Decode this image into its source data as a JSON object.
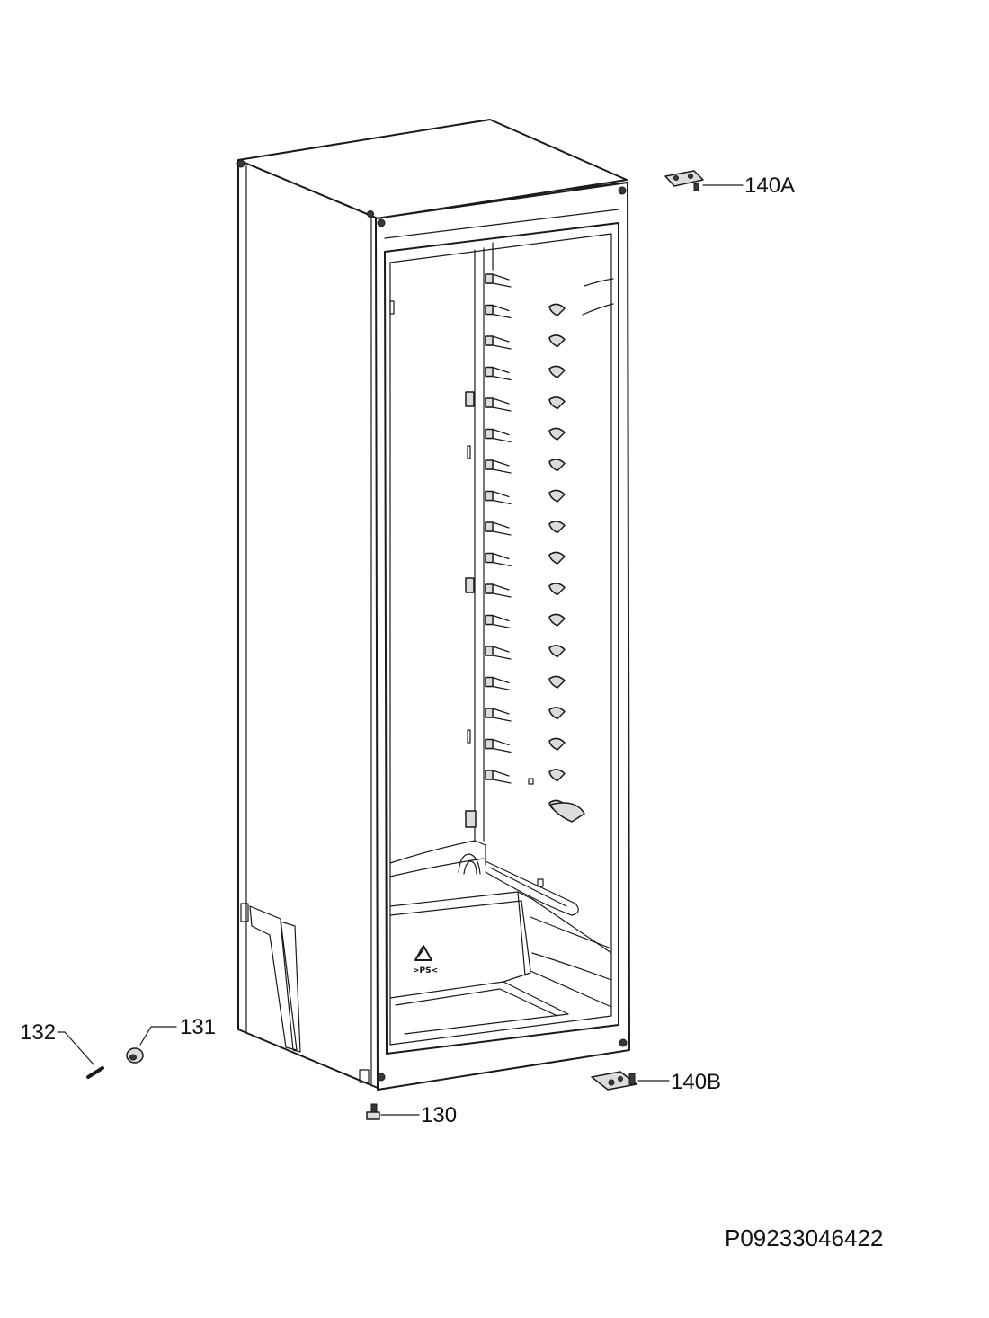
{
  "parts": [
    {
      "id": "140A",
      "name": "hinge-top"
    },
    {
      "id": "140B",
      "name": "hinge-bottom"
    },
    {
      "id": "132",
      "name": "pin"
    },
    {
      "id": "131",
      "name": "bushing"
    },
    {
      "id": "130",
      "name": "adjustable-foot"
    }
  ],
  "labels": {
    "p140a": "140A",
    "p140b": "140B",
    "p132": "132",
    "p131": "131",
    "p130": "130",
    "recycle_mark": ">PS<"
  },
  "document_id": "P09233046422",
  "icons": [
    "recycle-icon"
  ]
}
